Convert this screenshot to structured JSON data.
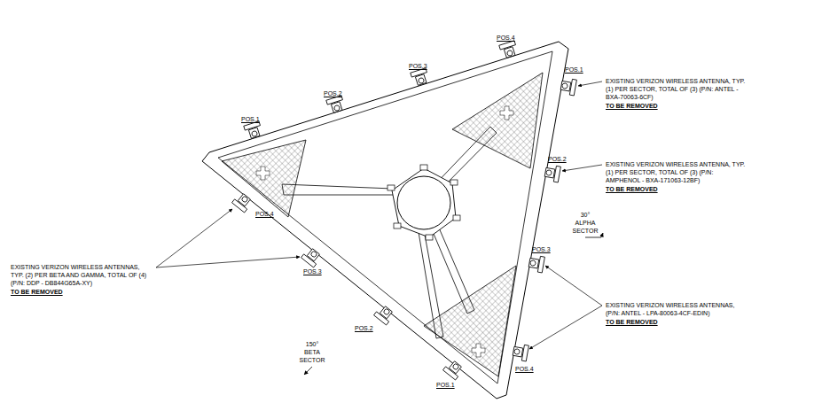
{
  "diagram": {
    "labels": [
      "POS.1",
      "POS.2",
      "POS.3",
      "POS.4",
      "POS.1",
      "POS.2",
      "POS.3",
      "POS.4",
      "POS.4",
      "POS.3",
      "POS.2",
      "POS.1",
      "EXISTING VERIZON WIRELESS ANTENNA, TYP. (1) PER SECTOR, TOTAL OF (3) (P/N: ANTEL - BXA-70063-6CF)",
      "TO BE REMOVED",
      "EXISTING VERIZON WIRELESS ANTENNA, TYP. (1) PER SECTOR, TOTAL OF (3) (P/N: AMPHENOL - BXA-171063-12BF)",
      "TO BE REMOVED",
      "EXISTING VERIZON WIRELESS ANTENNAS, (P/N: ANTEL - LPA-80063-4CF-EDIN)",
      "TO BE REMOVED",
      "EXISTING VERIZON WIRELESS ANTENNAS, TYP. (2) PER BETA AND GAMMA, TOTAL OF (4) (P/N: DDP - DB844G65A-XY)",
      "TO BE REMOVED",
      "30° ALPHA SECTOR",
      "150° BETA SECTOR"
    ]
  }
}
